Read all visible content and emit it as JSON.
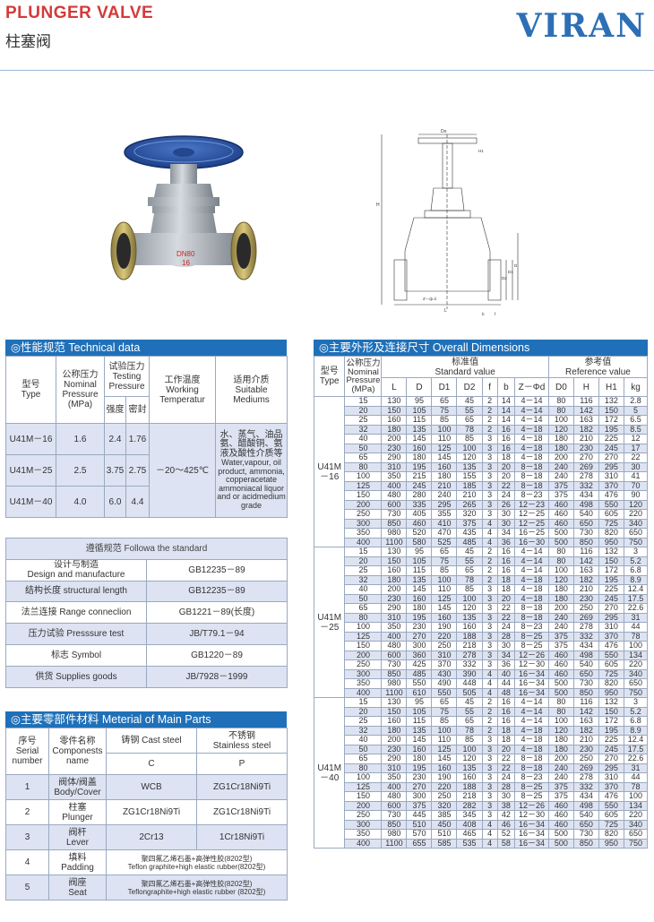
{
  "header": {
    "title_en": "PLUNGER VALVE",
    "title_zh": "柱塞阀",
    "brand": "VIRAN"
  },
  "photo": {
    "valve_label": "DN80",
    "valve_pn": "16"
  },
  "drawing": {
    "label_do": "Do",
    "label_h": "H",
    "label_h1": "H1",
    "label_d2": "D2",
    "label_d1": "D1",
    "label_d": "D",
    "label_zphid": "Z－ф d",
    "label_f": "f",
    "label_l": "L",
    "label_b": "b"
  },
  "tech": {
    "title": "◎性能规范 Technical data",
    "col_type": "型号\nType",
    "col_pressure": "公称压力\nNominal\nPressure\n(MPa)",
    "col_testing": "试验压力\nTesting\nPressure",
    "col_strength": "强度",
    "col_seal": "密封",
    "col_temp": "工作温度\nWorking\nTemperatur",
    "col_media": "适用介质\nSuitable\nMediums",
    "rows": [
      {
        "type": "U41M－16",
        "pressure": "1.6",
        "strength": "2.4",
        "seal": "1.76"
      },
      {
        "type": "U41M－25",
        "pressure": "2.5",
        "strength": "3.75",
        "seal": "2.75"
      },
      {
        "type": "U41M－40",
        "pressure": "4.0",
        "strength": "6.0",
        "seal": "4.4"
      }
    ],
    "temp": "－20～425℃",
    "media_zh": "水、蒸气、油品氨、醋酸铜、氨液及酸性介质等",
    "media_en": "Water,vapour, oil product, ammonia, copperacetate ammoniacal liquor and or acidmedium grade"
  },
  "standard": {
    "caption": "遵循规范 Followa the standard",
    "rows": [
      {
        "label": "设计与制造\nDesign and manufacture",
        "value": "GB12235－89"
      },
      {
        "label": "结构长度 structural length",
        "value": "GB12235－89"
      },
      {
        "label": "法兰连接 Range conneclion",
        "value": "GB1221－89(长度)"
      },
      {
        "label": "压力试验 Presssure test",
        "value": "JB/T79.1－94"
      },
      {
        "label": "标志 Symbol",
        "value": "GB1220－89"
      },
      {
        "label": "供货 Supplies goods",
        "value": "JB/7928－1999"
      }
    ]
  },
  "materials": {
    "title": "◎主要零部件材料 Meterial of Main Parts",
    "col_no": "序号\nSerial\nnumber",
    "col_name": "零件名称\nComponests\nname",
    "col_cast": "铸钢 Cast steel",
    "col_stainless": "不锈钢\nStainless steel",
    "code_c": "C",
    "code_p": "P",
    "rows": [
      {
        "no": "1",
        "name": "阀体/阀盖\nBody/Cover",
        "cast": "WCB",
        "stainless": "ZG1Cr18Ni9Ti"
      },
      {
        "no": "2",
        "name": "柱塞\nPlunger",
        "cast": "ZG1Cr18Ni9Ti",
        "stainless": "ZG1Cr18Ni9Ti"
      },
      {
        "no": "3",
        "name": "阀杆\nLever",
        "cast": "2Cr13",
        "stainless": "1Cr18Ni9Ti"
      },
      {
        "no": "4",
        "name": "填料\nPadding",
        "span": "聚四氟乙烯石墨+高弹性胶(8202型)\nTeflon graphite+high elastic rubber(8202型)"
      },
      {
        "no": "5",
        "name": "阀座\nSeat",
        "span": "聚四氟乙烯石墨+高弹性胶(8202型)\nTeflongraphite+high elastic rubber (8202型)"
      }
    ]
  },
  "dimensions": {
    "title": "◎主要外形及连接尺寸 Overall Dimensions",
    "col_type": "型号\nType",
    "col_pressure": "公称压力\nNominal\nPressure\n(MPa)",
    "std_value": "标准值\nStandard value",
    "ref_value": "参考值\nReference value",
    "cols": [
      "L",
      "D",
      "D1",
      "D2",
      "f",
      "b",
      "Z－Φd",
      "D0",
      "H",
      "H1",
      "kg"
    ],
    "groups": [
      {
        "model": "U41M\n－16",
        "rows": [
          [
            "15",
            "130",
            "95",
            "65",
            "45",
            "2",
            "14",
            "4－14",
            "80",
            "116",
            "132",
            "2.8"
          ],
          [
            "20",
            "150",
            "105",
            "75",
            "55",
            "2",
            "14",
            "4－14",
            "80",
            "142",
            "150",
            "5"
          ],
          [
            "25",
            "160",
            "115",
            "85",
            "65",
            "2",
            "14",
            "4－14",
            "100",
            "163",
            "172",
            "6.5"
          ],
          [
            "32",
            "180",
            "135",
            "100",
            "78",
            "2",
            "16",
            "4－18",
            "120",
            "182",
            "195",
            "8.5"
          ],
          [
            "40",
            "200",
            "145",
            "110",
            "85",
            "3",
            "16",
            "4－18",
            "180",
            "210",
            "225",
            "12"
          ],
          [
            "50",
            "230",
            "160",
            "125",
            "100",
            "3",
            "16",
            "4－18",
            "180",
            "230",
            "245",
            "17"
          ],
          [
            "65",
            "290",
            "180",
            "145",
            "120",
            "3",
            "18",
            "4－18",
            "200",
            "270",
            "270",
            "22"
          ],
          [
            "80",
            "310",
            "195",
            "160",
            "135",
            "3",
            "20",
            "8－18",
            "240",
            "269",
            "295",
            "30"
          ],
          [
            "100",
            "350",
            "215",
            "180",
            "155",
            "3",
            "20",
            "8－18",
            "240",
            "278",
            "310",
            "41"
          ],
          [
            "125",
            "400",
            "245",
            "210",
            "185",
            "3",
            "22",
            "8－18",
            "375",
            "332",
            "370",
            "70"
          ],
          [
            "150",
            "480",
            "280",
            "240",
            "210",
            "3",
            "24",
            "8－23",
            "375",
            "434",
            "476",
            "90"
          ],
          [
            "200",
            "600",
            "335",
            "295",
            "265",
            "3",
            "26",
            "12－23",
            "460",
            "498",
            "550",
            "120"
          ],
          [
            "250",
            "730",
            "405",
            "355",
            "320",
            "3",
            "30",
            "12－25",
            "460",
            "540",
            "605",
            "220"
          ],
          [
            "300",
            "850",
            "460",
            "410",
            "375",
            "4",
            "30",
            "12－25",
            "460",
            "650",
            "725",
            "340"
          ],
          [
            "350",
            "980",
            "520",
            "470",
            "435",
            "4",
            "34",
            "16－25",
            "500",
            "730",
            "820",
            "650"
          ],
          [
            "400",
            "1100",
            "580",
            "525",
            "485",
            "4",
            "36",
            "16－30",
            "500",
            "850",
            "950",
            "750"
          ]
        ]
      },
      {
        "model": "U41M\n－25",
        "rows": [
          [
            "15",
            "130",
            "95",
            "65",
            "45",
            "2",
            "16",
            "4－14",
            "80",
            "116",
            "132",
            "3"
          ],
          [
            "20",
            "150",
            "105",
            "75",
            "55",
            "2",
            "16",
            "4－14",
            "80",
            "142",
            "150",
            "5.2"
          ],
          [
            "25",
            "160",
            "115",
            "85",
            "65",
            "2",
            "16",
            "4－14",
            "100",
            "163",
            "172",
            "6.8"
          ],
          [
            "32",
            "180",
            "135",
            "100",
            "78",
            "2",
            "18",
            "4－18",
            "120",
            "182",
            "195",
            "8.9"
          ],
          [
            "40",
            "200",
            "145",
            "110",
            "85",
            "3",
            "18",
            "4－18",
            "180",
            "210",
            "225",
            "12.4"
          ],
          [
            "50",
            "230",
            "160",
            "125",
            "100",
            "3",
            "20",
            "4－18",
            "180",
            "230",
            "245",
            "17.5"
          ],
          [
            "65",
            "290",
            "180",
            "145",
            "120",
            "3",
            "22",
            "8－18",
            "200",
            "250",
            "270",
            "22.6"
          ],
          [
            "80",
            "310",
            "195",
            "160",
            "135",
            "3",
            "22",
            "8－18",
            "240",
            "269",
            "295",
            "31"
          ],
          [
            "100",
            "350",
            "230",
            "190",
            "160",
            "3",
            "24",
            "8－23",
            "240",
            "278",
            "310",
            "44"
          ],
          [
            "125",
            "400",
            "270",
            "220",
            "188",
            "3",
            "28",
            "8－25",
            "375",
            "332",
            "370",
            "78"
          ],
          [
            "150",
            "480",
            "300",
            "250",
            "218",
            "3",
            "30",
            "8－25",
            "375",
            "434",
            "476",
            "100"
          ],
          [
            "200",
            "600",
            "360",
            "310",
            "278",
            "3",
            "34",
            "12－26",
            "460",
            "498",
            "550",
            "134"
          ],
          [
            "250",
            "730",
            "425",
            "370",
            "332",
            "3",
            "36",
            "12－30",
            "460",
            "540",
            "605",
            "220"
          ],
          [
            "300",
            "850",
            "485",
            "430",
            "390",
            "4",
            "40",
            "16－34",
            "460",
            "650",
            "725",
            "340"
          ],
          [
            "350",
            "980",
            "550",
            "490",
            "448",
            "4",
            "44",
            "16－34",
            "500",
            "730",
            "820",
            "650"
          ],
          [
            "400",
            "1100",
            "610",
            "550",
            "505",
            "4",
            "48",
            "16－34",
            "500",
            "850",
            "950",
            "750"
          ]
        ]
      },
      {
        "model": "U41M\n－40",
        "rows": [
          [
            "15",
            "130",
            "95",
            "65",
            "45",
            "2",
            "16",
            "4－14",
            "80",
            "116",
            "132",
            "3"
          ],
          [
            "20",
            "150",
            "105",
            "75",
            "55",
            "2",
            "16",
            "4－14",
            "80",
            "142",
            "150",
            "5.2"
          ],
          [
            "25",
            "160",
            "115",
            "85",
            "65",
            "2",
            "16",
            "4－14",
            "100",
            "163",
            "172",
            "6.8"
          ],
          [
            "32",
            "180",
            "135",
            "100",
            "78",
            "2",
            "18",
            "4－18",
            "120",
            "182",
            "195",
            "8.9"
          ],
          [
            "40",
            "200",
            "145",
            "110",
            "85",
            "3",
            "18",
            "4－18",
            "180",
            "210",
            "225",
            "12.4"
          ],
          [
            "50",
            "230",
            "160",
            "125",
            "100",
            "3",
            "20",
            "4－18",
            "180",
            "230",
            "245",
            "17.5"
          ],
          [
            "65",
            "290",
            "180",
            "145",
            "120",
            "3",
            "22",
            "8－18",
            "200",
            "250",
            "270",
            "22.6"
          ],
          [
            "80",
            "310",
            "195",
            "160",
            "135",
            "3",
            "22",
            "8－18",
            "240",
            "269",
            "295",
            "31"
          ],
          [
            "100",
            "350",
            "230",
            "190",
            "160",
            "3",
            "24",
            "8－23",
            "240",
            "278",
            "310",
            "44"
          ],
          [
            "125",
            "400",
            "270",
            "220",
            "188",
            "3",
            "28",
            "8－25",
            "375",
            "332",
            "370",
            "78"
          ],
          [
            "150",
            "480",
            "300",
            "250",
            "218",
            "3",
            "30",
            "8－25",
            "375",
            "434",
            "476",
            "100"
          ],
          [
            "200",
            "600",
            "375",
            "320",
            "282",
            "3",
            "38",
            "12－26",
            "460",
            "498",
            "550",
            "134"
          ],
          [
            "250",
            "730",
            "445",
            "385",
            "345",
            "3",
            "42",
            "12－30",
            "460",
            "540",
            "605",
            "220"
          ],
          [
            "300",
            "850",
            "510",
            "450",
            "408",
            "4",
            "46",
            "16－34",
            "460",
            "650",
            "725",
            "340"
          ],
          [
            "350",
            "980",
            "570",
            "510",
            "465",
            "4",
            "52",
            "16－34",
            "500",
            "730",
            "820",
            "650"
          ],
          [
            "400",
            "1100",
            "655",
            "585",
            "535",
            "4",
            "58",
            "16－34",
            "500",
            "850",
            "950",
            "750"
          ]
        ]
      }
    ]
  },
  "colors": {
    "accent_blue": "#1f70b8",
    "row_shade": "#dde3f2",
    "title_red": "#d43a3a",
    "brand_blue": "#2d6fb5"
  }
}
